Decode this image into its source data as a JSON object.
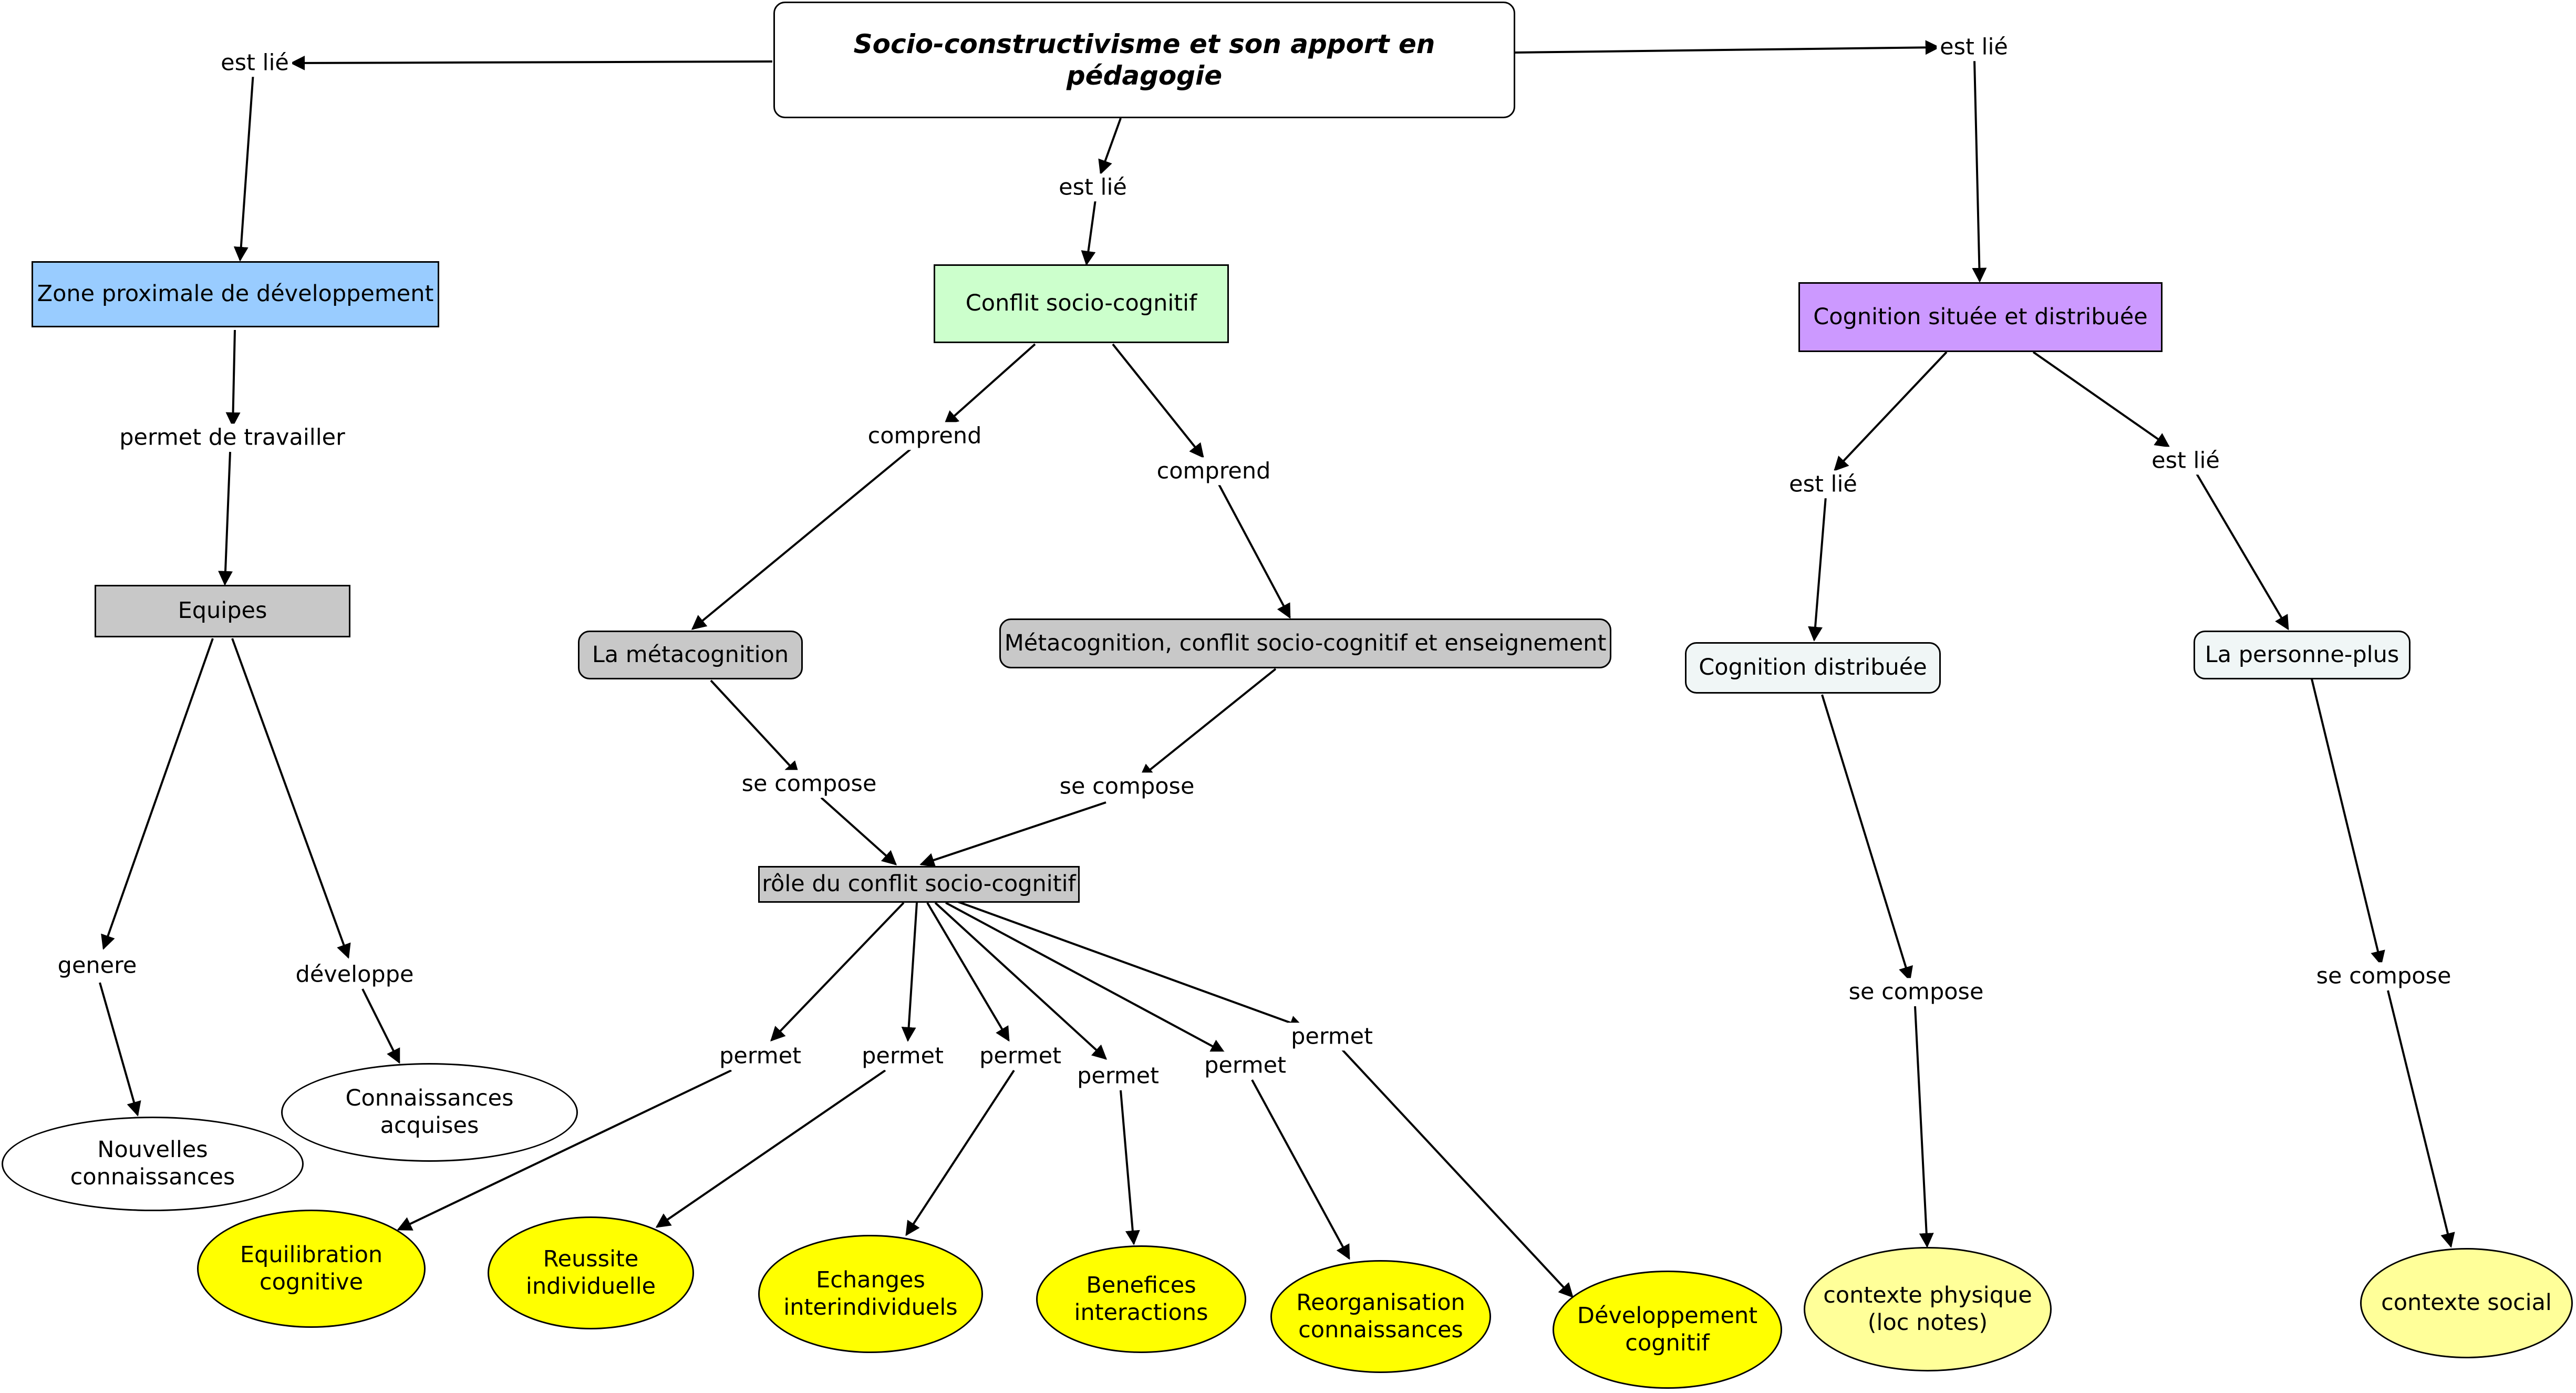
{
  "title": "Socio-constructivisme et son apport en pédagogie",
  "colors": {
    "blue": "#99ccff",
    "green": "#ccffcc",
    "purple": "#cc99ff",
    "gray": "#c8c8c8",
    "pale": "#f0f6f6",
    "yellow": "#ffff00",
    "lightyellow": "#ffff99",
    "white": "#ffffff"
  },
  "nodes": {
    "zpd": "Zone proximale de développement",
    "conflit": "Conflit socio-cognitif",
    "cognition": "Cognition située et distribuée",
    "equipes": "Equipes",
    "metacognition": "La métacognition",
    "meta_conflit": "Métacognition, conflit socio-cognitif et enseignement",
    "role": "rôle du conflit socio-cognitif",
    "cog_distrib": "Cognition distribuée",
    "personne_plus": "La personne-plus",
    "nouvelles": "Nouvelles connaissances",
    "acquises": "Connaissances acquises",
    "equilibration": "Equilibration\ncognitive",
    "reussite": "Reussite\nindividuelle",
    "echanges": "Echanges\ninterindividuels",
    "benefices": "Benefices\ninteractions",
    "reorganisation": "Reorganisation\nconnaissances",
    "developpement": "Développement\ncognitif",
    "contexte_physique": "contexte physique\n(loc notes)",
    "contexte_social": "contexte social"
  },
  "links": {
    "est_lie_left": "est lié",
    "est_lie_center": "est lié",
    "est_lie_right": "est lié",
    "permet_travailler": "permet de travailler",
    "comprend_1": "comprend",
    "comprend_2": "comprend",
    "est_lie_cd": "est lié",
    "est_lie_pp": "est lié",
    "genere": "genere",
    "developpe": "développe",
    "se_compose_1": "se compose",
    "se_compose_2": "se compose",
    "se_compose_3": "se compose",
    "se_compose_4": "se compose",
    "permet_1": "permet",
    "permet_2": "permet",
    "permet_3": "permet",
    "permet_4": "permet",
    "permet_5": "permet",
    "permet_6": "permet"
  }
}
